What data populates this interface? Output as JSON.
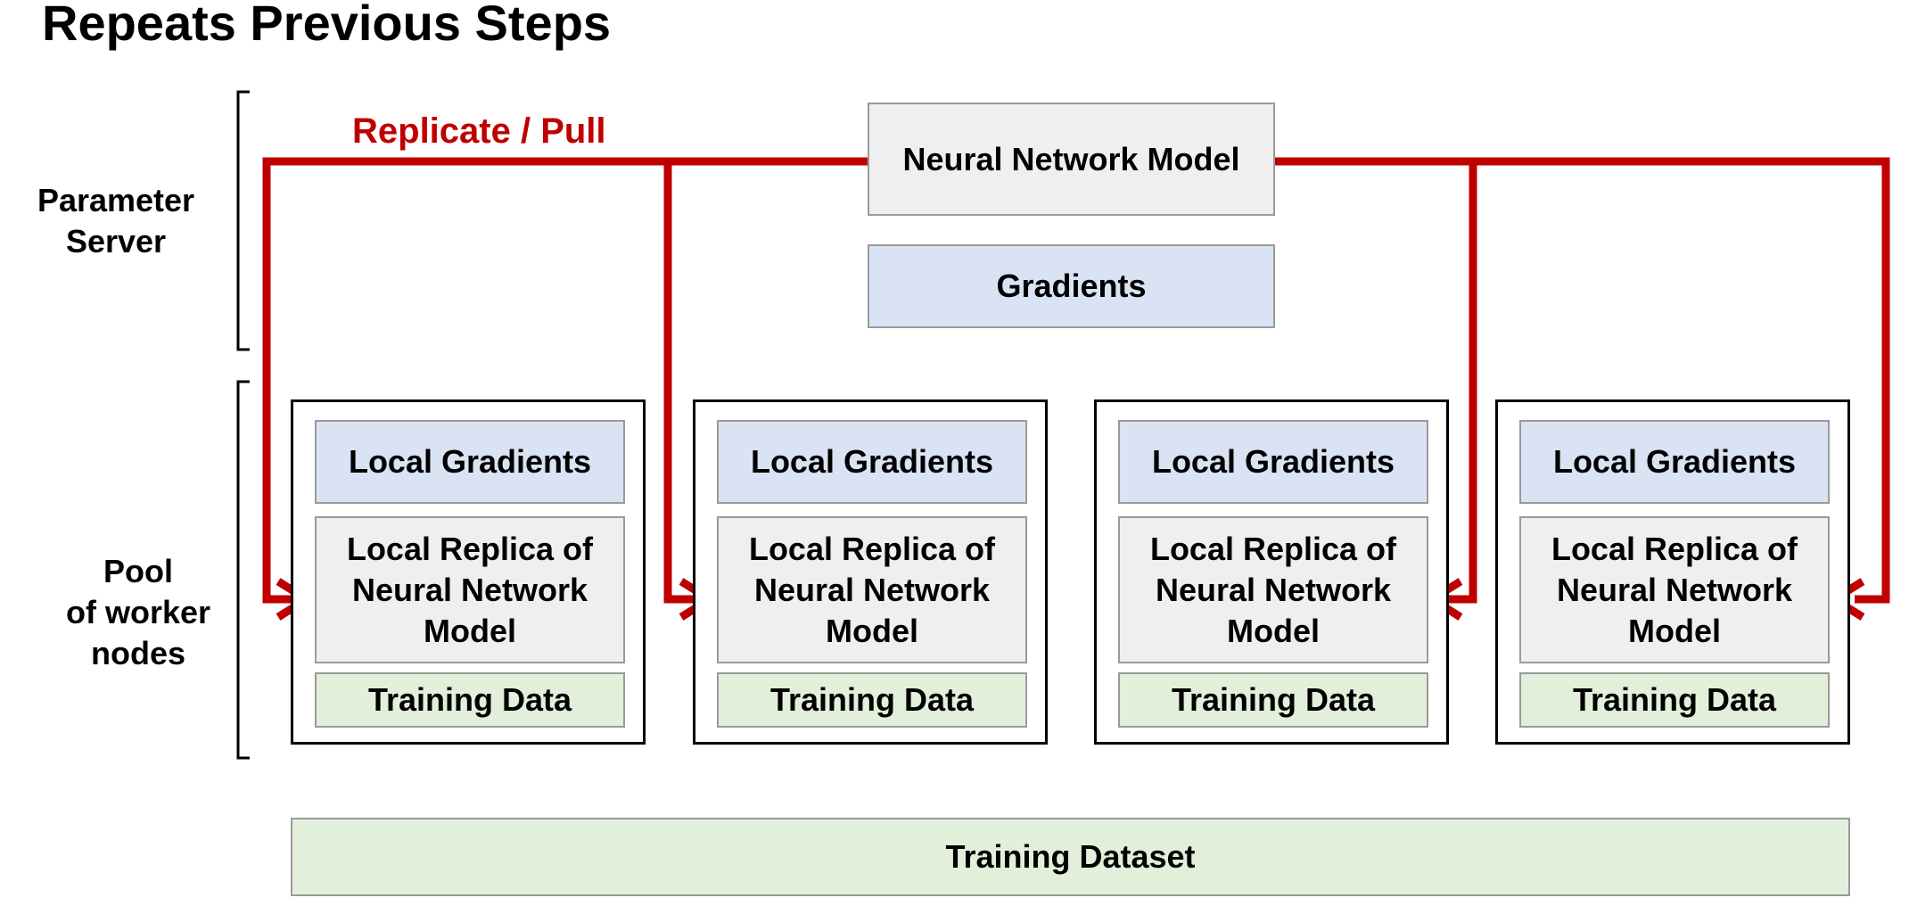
{
  "title": "Repeats Previous Steps",
  "labels": {
    "parameter_server": "Parameter\nServer",
    "worker_pool": "Pool\nof worker\nnodes",
    "replicate": "Replicate / Pull"
  },
  "server": {
    "model": "Neural Network Model",
    "gradients": "Gradients"
  },
  "workers": [
    {
      "gradients": "Local Gradients",
      "model": "Local Replica of\nNeural Network\nModel",
      "data": "Training Data"
    },
    {
      "gradients": "Local Gradients",
      "model": "Local Replica of\nNeural Network\nModel",
      "data": "Training Data"
    },
    {
      "gradients": "Local Gradients",
      "model": "Local Replica of\nNeural Network\nModel",
      "data": "Training Data"
    },
    {
      "gradients": "Local Gradients",
      "model": "Local Replica of\nNeural Network\nModel",
      "data": "Training Data"
    }
  ],
  "dataset": "Training Dataset",
  "colors": {
    "arrow": "#c00000",
    "model_fill": "#efefef",
    "gradient_fill": "#dae3f3",
    "data_fill": "#e2efda"
  }
}
